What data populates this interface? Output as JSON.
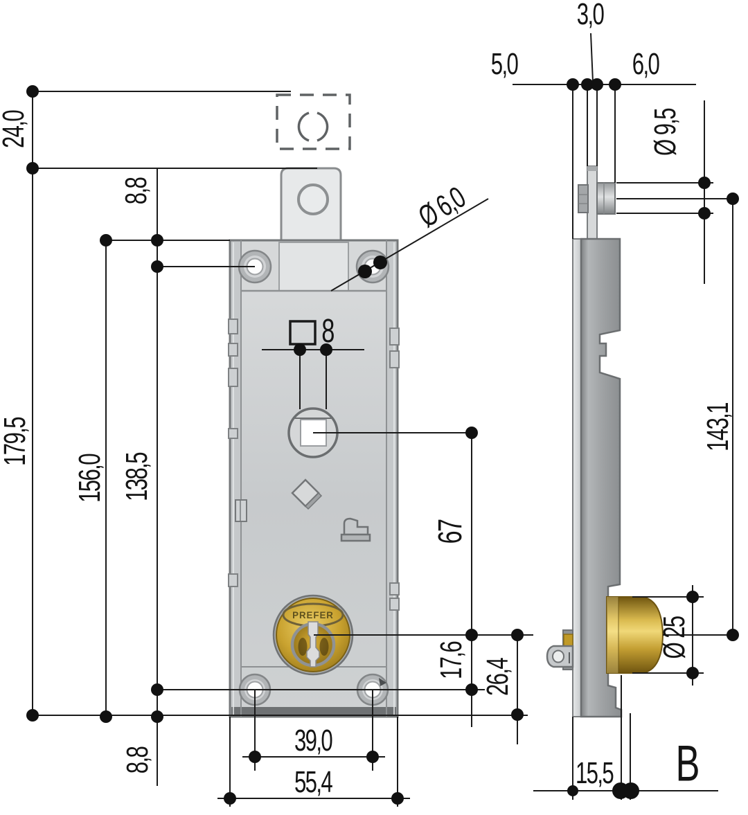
{
  "front_view": {
    "dimensions": {
      "travel": "24,0",
      "total_height": "179,5",
      "body_height": "156,0",
      "screw_span_vertical": "138,5",
      "screw_offset_top": "8,8",
      "screw_offset_bottom": "8,8",
      "spindle_square": "8",
      "mount_hole_diameter": "Ø 6,0",
      "spindle_to_cylinder": "67",
      "cylinder_to_screws": "17,6",
      "cylinder_to_bottom": "26,4",
      "screw_span_horizontal": "39,0",
      "body_width": "55,4"
    },
    "cylinder_brand": "PREFER"
  },
  "side_view": {
    "dimensions": {
      "faceplate_offset": "5,0",
      "tab_thickness": "3,0",
      "stud_length": "6,0",
      "stud_diameter": "Ø 9,5",
      "stud_to_cylinder": "143,1",
      "cylinder_diameter": "Ø 25",
      "body_depth": "15,5"
    },
    "view_label": "B"
  },
  "colors": {
    "brass": "#c09a28",
    "steel_light": "#d5d7d8",
    "steel_mid": "#a0a3a5",
    "line": "#1a1a1a"
  }
}
